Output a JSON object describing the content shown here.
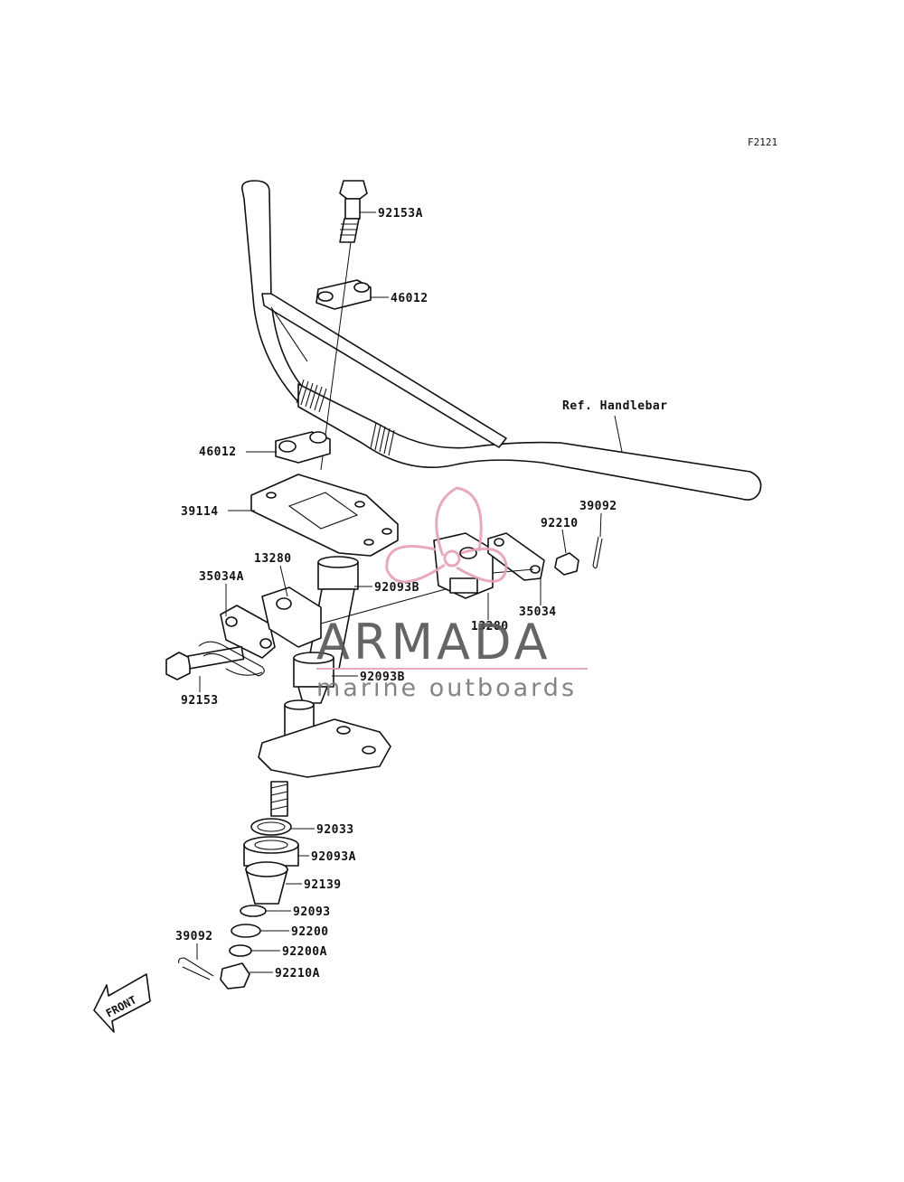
{
  "figure_code": "F2121",
  "reference_label": "Ref. Handlebar",
  "direction_label": "FRONT",
  "watermark": {
    "title": "ARMADA",
    "subtitle": "marine outboards",
    "accent_color": "#e6a0b8",
    "text_color": "#555555"
  },
  "parts": [
    {
      "id": "92153A"
    },
    {
      "id": "46012"
    },
    {
      "id": "46012"
    },
    {
      "id": "39114"
    },
    {
      "id": "13280"
    },
    {
      "id": "35034A"
    },
    {
      "id": "92093B"
    },
    {
      "id": "92093B"
    },
    {
      "id": "92153"
    },
    {
      "id": "92210"
    },
    {
      "id": "39092"
    },
    {
      "id": "35034"
    },
    {
      "id": "13280"
    },
    {
      "id": "92033"
    },
    {
      "id": "92093A"
    },
    {
      "id": "92139"
    },
    {
      "id": "92093"
    },
    {
      "id": "92200"
    },
    {
      "id": "92200A"
    },
    {
      "id": "39092"
    },
    {
      "id": "92210A"
    }
  ]
}
